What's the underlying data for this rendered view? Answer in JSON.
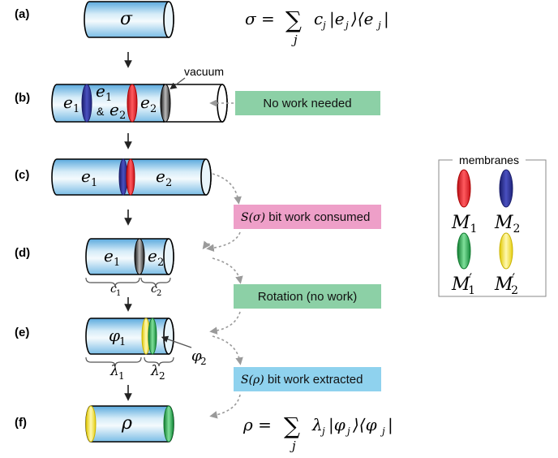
{
  "panels": {
    "a": "(a)",
    "b": "(b)",
    "c": "(c)",
    "d": "(d)",
    "e": "(e)",
    "f": "(f)"
  },
  "cylinders": {
    "a": {
      "label": "σ"
    },
    "b": {
      "left": "e",
      "left_sub": "1",
      "mid_top": "e",
      "mid_top_sub": "1",
      "mid_amp": "&",
      "mid_bot": "e",
      "mid_bot_sub": "2",
      "right": "e",
      "right_sub": "2",
      "vacuum": "vacuum"
    },
    "c": {
      "left": "e",
      "left_sub": "1",
      "right": "e",
      "right_sub": "2"
    },
    "d": {
      "left": "e",
      "left_sub": "1",
      "right": "e",
      "right_sub": "2",
      "brace_left": "c",
      "brace_left_sub": "1",
      "brace_right": "c",
      "brace_right_sub": "2"
    },
    "e": {
      "left": "φ",
      "left_sub": "1",
      "pointer": "φ",
      "pointer_sub": "2",
      "brace_left": "λ",
      "brace_left_sub": "1",
      "brace_right": "λ",
      "brace_right_sub": "2"
    },
    "f": {
      "label": "ρ"
    }
  },
  "equations": {
    "sigma": {
      "lhs": "σ = ",
      "sum": "∑",
      "index": "j",
      "c": "c",
      "c_sub": "j",
      "ket": "|e",
      "ket_sub": "j",
      "bra_open": "⟩⟨e",
      "bra_sub": "j",
      "bra_close": "|"
    },
    "rho": {
      "lhs": "ρ = ",
      "sum": "∑",
      "index": "j",
      "c": "λ",
      "c_sub": "j",
      "ket": "|φ",
      "ket_sub": "j",
      "bra_open": "⟩⟨φ",
      "bra_sub": "j",
      "bra_close": "|"
    }
  },
  "boxes": {
    "no_work": {
      "text": "No work needed",
      "color": "#8cd0a6"
    },
    "consumed": {
      "math": "S(σ)",
      "text": " bit work consumed",
      "color": "#ee9fc8"
    },
    "rotation": {
      "text": "Rotation (no work)",
      "color": "#8cd0a6"
    },
    "extracted": {
      "math": "S(ρ)",
      "text": " bit work extracted",
      "color": "#8fd2ee"
    }
  },
  "legend": {
    "title": "membranes",
    "items": [
      {
        "name": "M",
        "sub": "1",
        "prime": "",
        "color": "#e8262e"
      },
      {
        "name": "M",
        "sub": "2",
        "prime": "",
        "color": "#2b2f8f"
      },
      {
        "name": "M",
        "sub": "1",
        "prime": "′",
        "color": "#22a54a"
      },
      {
        "name": "M",
        "sub": "2",
        "prime": "′",
        "color": "#f3e22a"
      }
    ]
  }
}
